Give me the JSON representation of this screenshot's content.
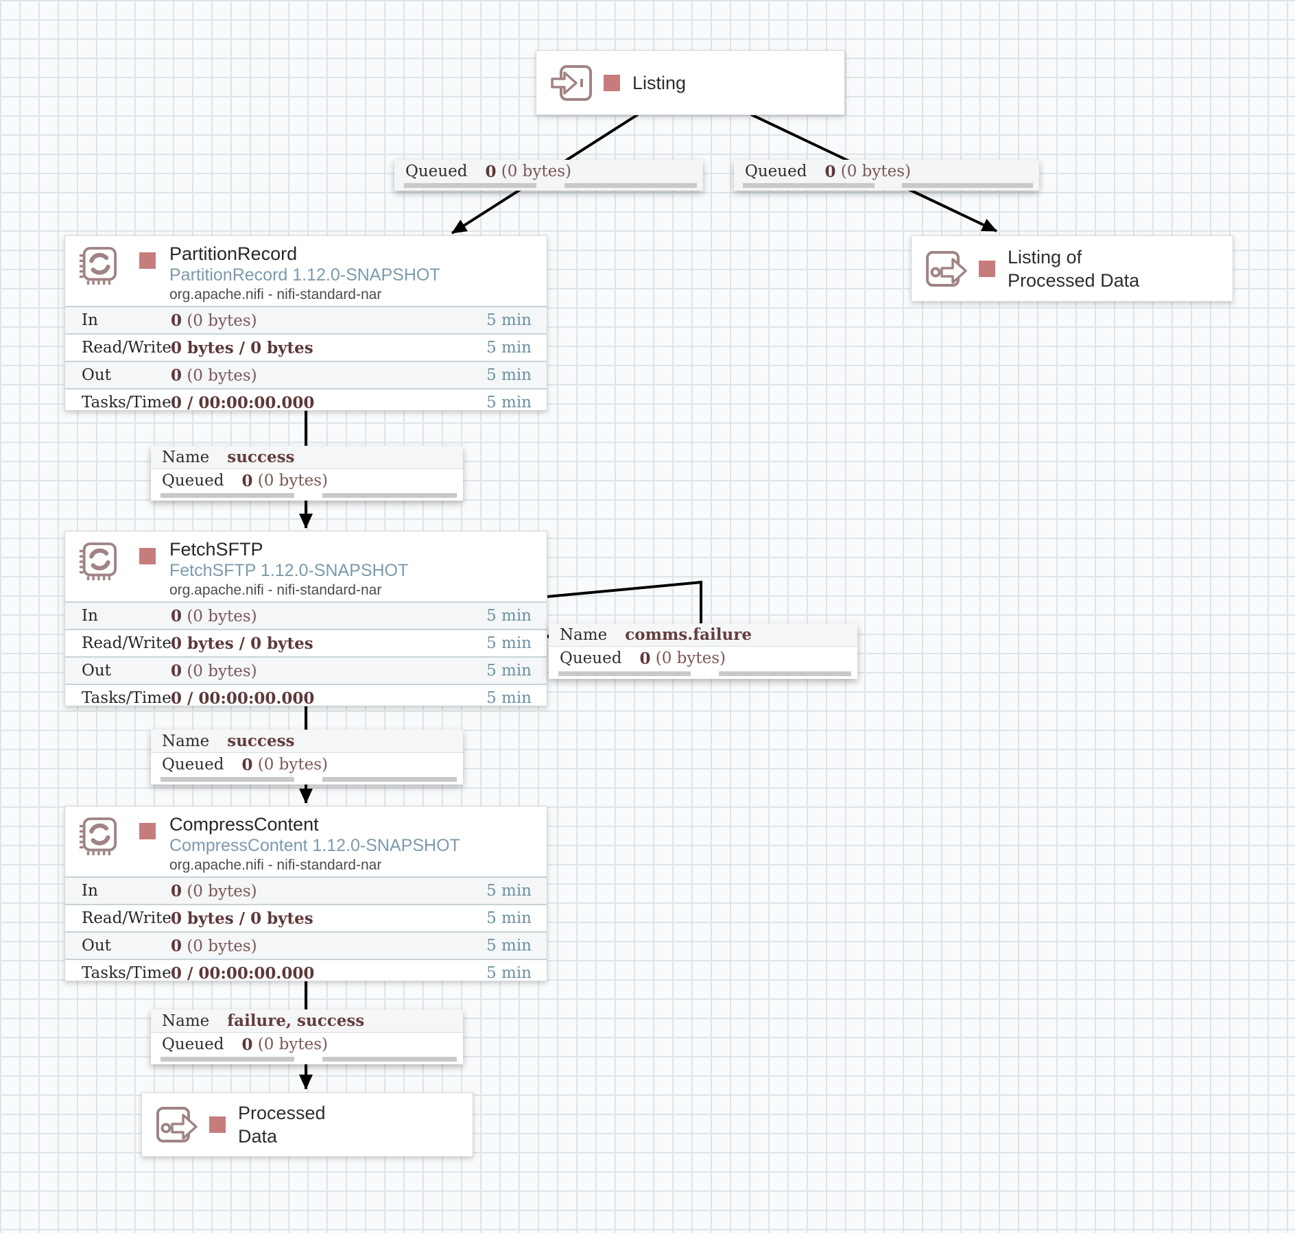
{
  "canvas": {
    "background": "#f9fafb",
    "grid_line": "#dde4e8"
  },
  "colors": {
    "stopped_indicator": "#c67c7d",
    "component_icon": "#a08384",
    "stat_value": "#7a5755",
    "stat_value_bold": "#5d3838",
    "stat_window": "#6b91a1",
    "version_text": "#7b9aab",
    "connection_line": "#000000"
  },
  "ports": [
    {
      "type": "input",
      "lines": [
        "Listing"
      ]
    },
    {
      "type": "output",
      "lines": [
        "Listing of",
        "Processed Data"
      ]
    },
    {
      "type": "output",
      "lines": [
        "Processed",
        "Data"
      ]
    }
  ],
  "processors": [
    {
      "title": "PartitionRecord",
      "version": "PartitionRecord 1.12.0-SNAPSHOT",
      "bundle": "org.apache.nifi - nifi-standard-nar",
      "rows": [
        {
          "label": "In",
          "bold": "0",
          "rest": "(0 bytes)",
          "window": "5 min"
        },
        {
          "label": "Read/Write",
          "bold": "0 bytes / 0 bytes",
          "rest": "",
          "window": "5 min"
        },
        {
          "label": "Out",
          "bold": "0",
          "rest": "(0 bytes)",
          "window": "5 min"
        },
        {
          "label": "Tasks/Time",
          "bold": "0 / 00:00:00.000",
          "rest": "",
          "window": "5 min"
        }
      ]
    },
    {
      "title": "FetchSFTP",
      "version": "FetchSFTP 1.12.0-SNAPSHOT",
      "bundle": "org.apache.nifi - nifi-standard-nar",
      "rows": [
        {
          "label": "In",
          "bold": "0",
          "rest": "(0 bytes)",
          "window": "5 min"
        },
        {
          "label": "Read/Write",
          "bold": "0 bytes / 0 bytes",
          "rest": "",
          "window": "5 min"
        },
        {
          "label": "Out",
          "bold": "0",
          "rest": "(0 bytes)",
          "window": "5 min"
        },
        {
          "label": "Tasks/Time",
          "bold": "0 / 00:00:00.000",
          "rest": "",
          "window": "5 min"
        }
      ]
    },
    {
      "title": "CompressContent",
      "version": "CompressContent 1.12.0-SNAPSHOT",
      "bundle": "org.apache.nifi - nifi-standard-nar",
      "rows": [
        {
          "label": "In",
          "bold": "0",
          "rest": "(0 bytes)",
          "window": "5 min"
        },
        {
          "label": "Read/Write",
          "bold": "0 bytes / 0 bytes",
          "rest": "",
          "window": "5 min"
        },
        {
          "label": "Out",
          "bold": "0",
          "rest": "(0 bytes)",
          "window": "5 min"
        },
        {
          "label": "Tasks/Time",
          "bold": "0 / 00:00:00.000",
          "rest": "",
          "window": "5 min"
        }
      ]
    }
  ],
  "connections": [
    {
      "queued_label": "Queued",
      "queued_count": "0",
      "queued_size": "(0 bytes)"
    },
    {
      "queued_label": "Queued",
      "queued_count": "0",
      "queued_size": "(0 bytes)"
    },
    {
      "name_label": "Name",
      "name_value": "success",
      "queued_label": "Queued",
      "queued_count": "0",
      "queued_size": "(0 bytes)"
    },
    {
      "name_label": "Name",
      "name_value": "comms.failure",
      "queued_label": "Queued",
      "queued_count": "0",
      "queued_size": "(0 bytes)"
    },
    {
      "name_label": "Name",
      "name_value": "success",
      "queued_label": "Queued",
      "queued_count": "0",
      "queued_size": "(0 bytes)"
    },
    {
      "name_label": "Name",
      "name_value": "failure, success",
      "queued_label": "Queued",
      "queued_count": "0",
      "queued_size": "(0 bytes)"
    }
  ]
}
